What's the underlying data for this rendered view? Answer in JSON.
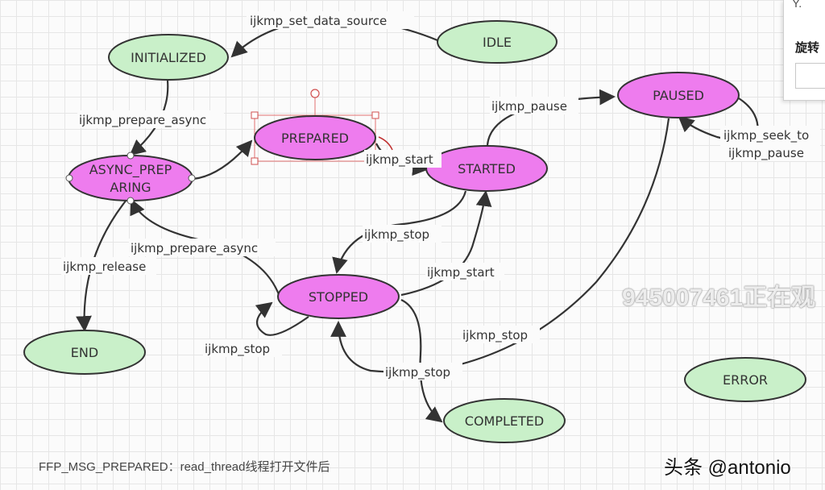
{
  "nodes": {
    "idle": "IDLE",
    "initialized": "INITIALIZED",
    "async_preparing_line1": "ASYNC_PREP",
    "async_preparing_line2": "ARING",
    "prepared": "PREPARED",
    "started": "STARTED",
    "paused": "PAUSED",
    "stopped": "STOPPED",
    "completed": "COMPLETED",
    "end": "END",
    "error": "ERROR"
  },
  "edges": {
    "set_data_source": "ijkmp_set_data_source",
    "prepare_async_1": "ijkmp_prepare_async",
    "start_prepared": "ijkmp_start",
    "pause": "ijkmp_pause",
    "seek_to_line1": "ijkmp_seek_to",
    "seek_to_line2": "ijkmp_pause",
    "stop_started": "ijkmp_stop",
    "start_stopped": "ijkmp_start",
    "prepare_async_2": "ijkmp_prepare_async",
    "release": "ijkmp_release",
    "stop_self": "ijkmp_stop",
    "stop_completed": "ijkmp_stop",
    "stop_paused": "ijkmp_stop"
  },
  "colors": {
    "idle_fill": "#c9f0c9",
    "active_fill": "#ee7cee",
    "stroke": "#333333"
  },
  "panel": {
    "top_text": "Y.",
    "label": "旋转"
  },
  "footer_note": "FFP_MSG_PREPARED：read_thread线程打开文件后",
  "watermarks": {
    "viewer": "945007461正在观",
    "credit": "头条 @antonio"
  }
}
